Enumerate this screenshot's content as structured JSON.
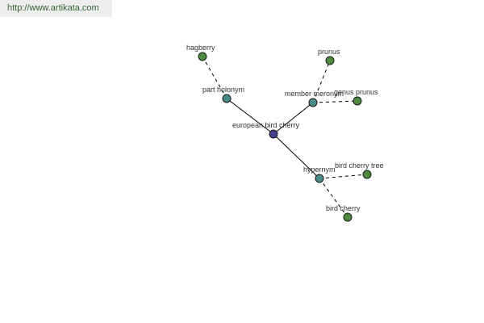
{
  "site": {
    "url_text": "http://www.artikata.com"
  },
  "colors": {
    "center_node": "#444488",
    "relation_node": "#4a8b8b",
    "word_node": "#4d8a3f"
  },
  "graph": {
    "center": "european bird cherry",
    "relations": [
      "part holonym",
      "member meronym",
      "hypernym"
    ],
    "words": [
      "hagberry",
      "prunus",
      "genus prunus",
      "bird cherry tree",
      "bird cherry"
    ]
  }
}
